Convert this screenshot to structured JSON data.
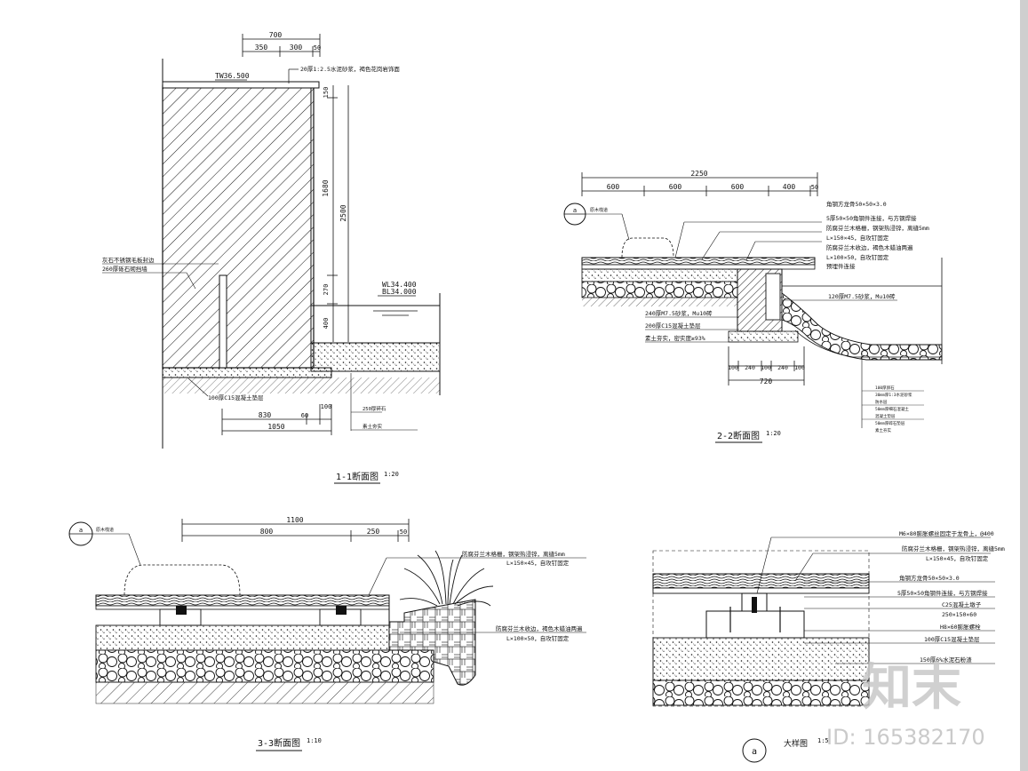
{
  "sections": {
    "s11": {
      "title": "1-1断面图",
      "scale": "1:20",
      "dims_top": [
        "700",
        "350",
        "300",
        "50"
      ],
      "dims_vertical": [
        "150",
        "1680",
        "2500",
        "270",
        "400"
      ],
      "dims_bottom": [
        "830",
        "60",
        "100",
        "1050"
      ],
      "levels": [
        "TW36.500",
        "WL34.400",
        "BL34.000"
      ],
      "notes": [
        "20厚1:2.5水泥砂浆，褐色花岗岩饰面",
        "灰石不锈钢毛板封边",
        "260厚砾石砌挡墙",
        "100厚C15混凝土垫层",
        "250厚碎石",
        "素土夯实"
      ]
    },
    "s22": {
      "title": "2-2断面图",
      "scale": "1:20",
      "marker": "a",
      "dims_top": [
        "2250",
        "600",
        "600",
        "600",
        "400",
        "50"
      ],
      "dims_bottom": [
        "100",
        "240",
        "100",
        "240",
        "100",
        "720"
      ],
      "notes": [
        "原木栈道",
        "角钢方龙骨50×50×3.0",
        "5厚50×50角钢件连接，与方钢焊接",
        "防腐芬兰木格栅，钢架热浸锌，离缝5mm",
        "L×150×45，自攻钉固定",
        "防腐芬兰木收边，褐色木蜡油两遍",
        "L×100×50，自攻钉固定",
        "预埋件连接",
        "120厚M7.5砂浆，Mu10砖",
        "240厚M7.5砂浆，Mu10砖",
        "200厚C15混凝土垫层",
        "素土夯实，密实度≥93%"
      ],
      "small_notes": [
        "100厚卵石",
        "30mm厚1:3水泥砂浆",
        "防水层",
        "50mm厚细石混凝土",
        "混凝土垫层",
        "50mm厚碎石垫层",
        "素土夯实"
      ]
    },
    "s33": {
      "title": "3-3断面图",
      "scale": "1:10",
      "marker": "a",
      "dims_top": [
        "1100",
        "800",
        "250",
        "50"
      ],
      "notes": [
        "原木栈道",
        "防腐芬兰木格栅，钢架热浸锌，离缝5mm",
        "L×150×45，自攻钉固定",
        "防腐芬兰木收边，褐色木蜡油两遍",
        "L×100×50，自攻钉固定"
      ]
    },
    "detail_a": {
      "marker": "a",
      "title": "大样图",
      "scale": "1:5",
      "notes": [
        "M6×80膨胀螺丝固定于龙骨上，@400",
        "防腐芬兰木格栅，钢架热浸锌，离缝5mm",
        "L×150×45，自攻钉固定",
        "角钢方龙骨50×50×3.0",
        "5厚50×50角钢件连接，与方钢焊接",
        "C25混凝土墩子",
        "250×150×60",
        "H8×60膨胀螺栓",
        "100厚C15混凝土垫层",
        "150厚6%水泥石粉渣"
      ]
    }
  },
  "watermark": {
    "logo": "知末",
    "id": "ID: 165382170"
  }
}
